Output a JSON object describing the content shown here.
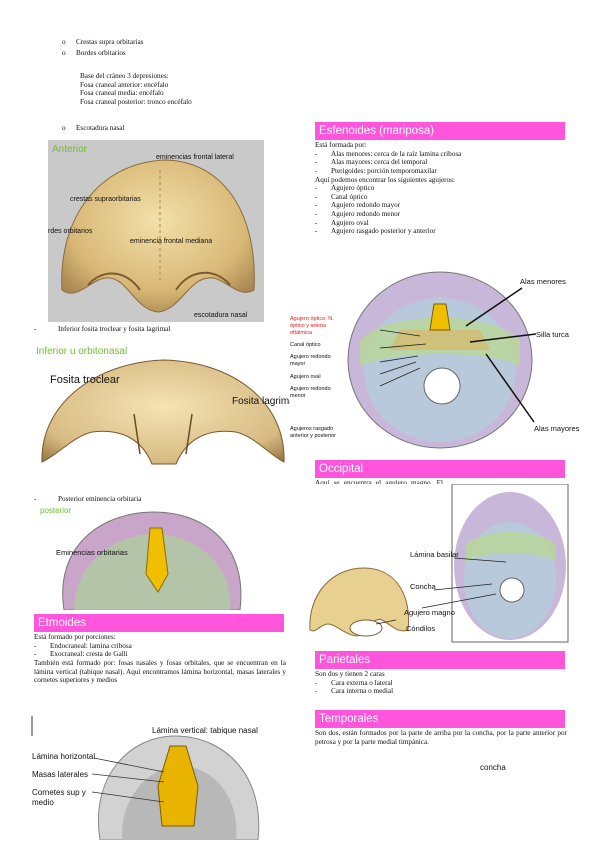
{
  "left": {
    "top_bullets": [
      "Crestas supra orbitarias",
      "Bordes orbitarios"
    ],
    "base_lines": [
      "Base del cráneo 3 depresiones:",
      "Fosa craneal anterior: encéfalo",
      "Fosa craneal media: encéfalo",
      "Fosa craneal posterior: tronco encéfalo"
    ],
    "escotadura": "Escotadura nasal",
    "fig1": {
      "title": "Anterior",
      "labels": [
        "eminencias frontal lateral",
        "crestas supraorbitarias",
        "rdes orbitarios",
        "eminencia frontal mediana",
        "escotadura nasal"
      ]
    },
    "inferior_item": "Inferior  fosita troclear y fosita lagrimal",
    "fig2": {
      "title": "Inferior u orbitonasal",
      "labels": [
        "Fosita troclear",
        "Fosita lagrima"
      ]
    },
    "posterior_item": "Posterior  eminencia orbitaria",
    "fig3": {
      "title": "posterior",
      "labels": [
        "Eminencias orbitarias"
      ]
    },
    "etmoides": {
      "heading": "Etmoides",
      "intro": "Está formado por porciones:",
      "items": [
        "Endocraneal: lamina cribosa",
        "Exocraneal: cresta de Galli"
      ],
      "para": "También está formado por: fosas nasales y fosas orbitales, que se encuentran en la lámina vertical (tabique nasal). Aquí encontramos  lámina horizontal, masas laterales y cornetes superiores y medios"
    },
    "fig4": {
      "labels": [
        "Lámina vertical: tabique nasal",
        "Lámina horizontal",
        "Masas laterales",
        "Cornetes sup y",
        "medio"
      ]
    }
  },
  "right": {
    "esfenoides": {
      "heading": "Esfenoides (mariposa)",
      "intro": "Está formada por:",
      "items": [
        "Alas menores: cerca de la raíz lamina cribosa",
        "Alas mayores: cerca del temporal",
        "Pterigoides: porción temporomaxilar"
      ],
      "agujeros_intro": "Aquí podemos encontrar los siguientes agujeros:",
      "agujeros": [
        "Agujero óptico",
        "Canal óptico",
        "Agujero redondo mayor",
        "Agujero redondo menor",
        "Agujero oval",
        "Agujero rasgado posterior y anterior"
      ]
    },
    "fig5": {
      "left_labels": [
        "Agujero óptico: N.",
        "óptico y arteria",
        "oftálmica",
        "Canal óptico",
        "Agujero redondo",
        "mayor",
        "Agujero oval",
        "Agujero redondo",
        "menor",
        "Agujeros rasgado",
        "anterior y posterior"
      ],
      "right_labels": [
        "Alas menores",
        "Silla turca",
        "Alas mayores"
      ]
    },
    "occipital": {
      "heading": "Occipital",
      "para": "Aquí se encuentra el agujero magno. El occipital está formado por la lámina basilar y la concha. Al lado del agujero magno tendremos los cóndilos"
    },
    "fig6": {
      "labels": [
        "Lámina basilar",
        "Concha",
        "Agujero magno",
        "Cóndilos"
      ]
    },
    "parietales": {
      "heading": "Parietales",
      "intro": "Son dos y tienen 2 caras",
      "items": [
        "Cara externa o lateral",
        "Cara interna o medial"
      ]
    },
    "temporales": {
      "heading": "Temporales",
      "para": "Son dos, están formados por la parte de arriba por la concha, por la parte anterior por petrosa y por la parte medial timpánica.",
      "concha": "concha"
    }
  },
  "colors": {
    "accent": "#ff55dd",
    "figure_title_green": "#6fbf2e",
    "bone": "#e6c98a"
  }
}
